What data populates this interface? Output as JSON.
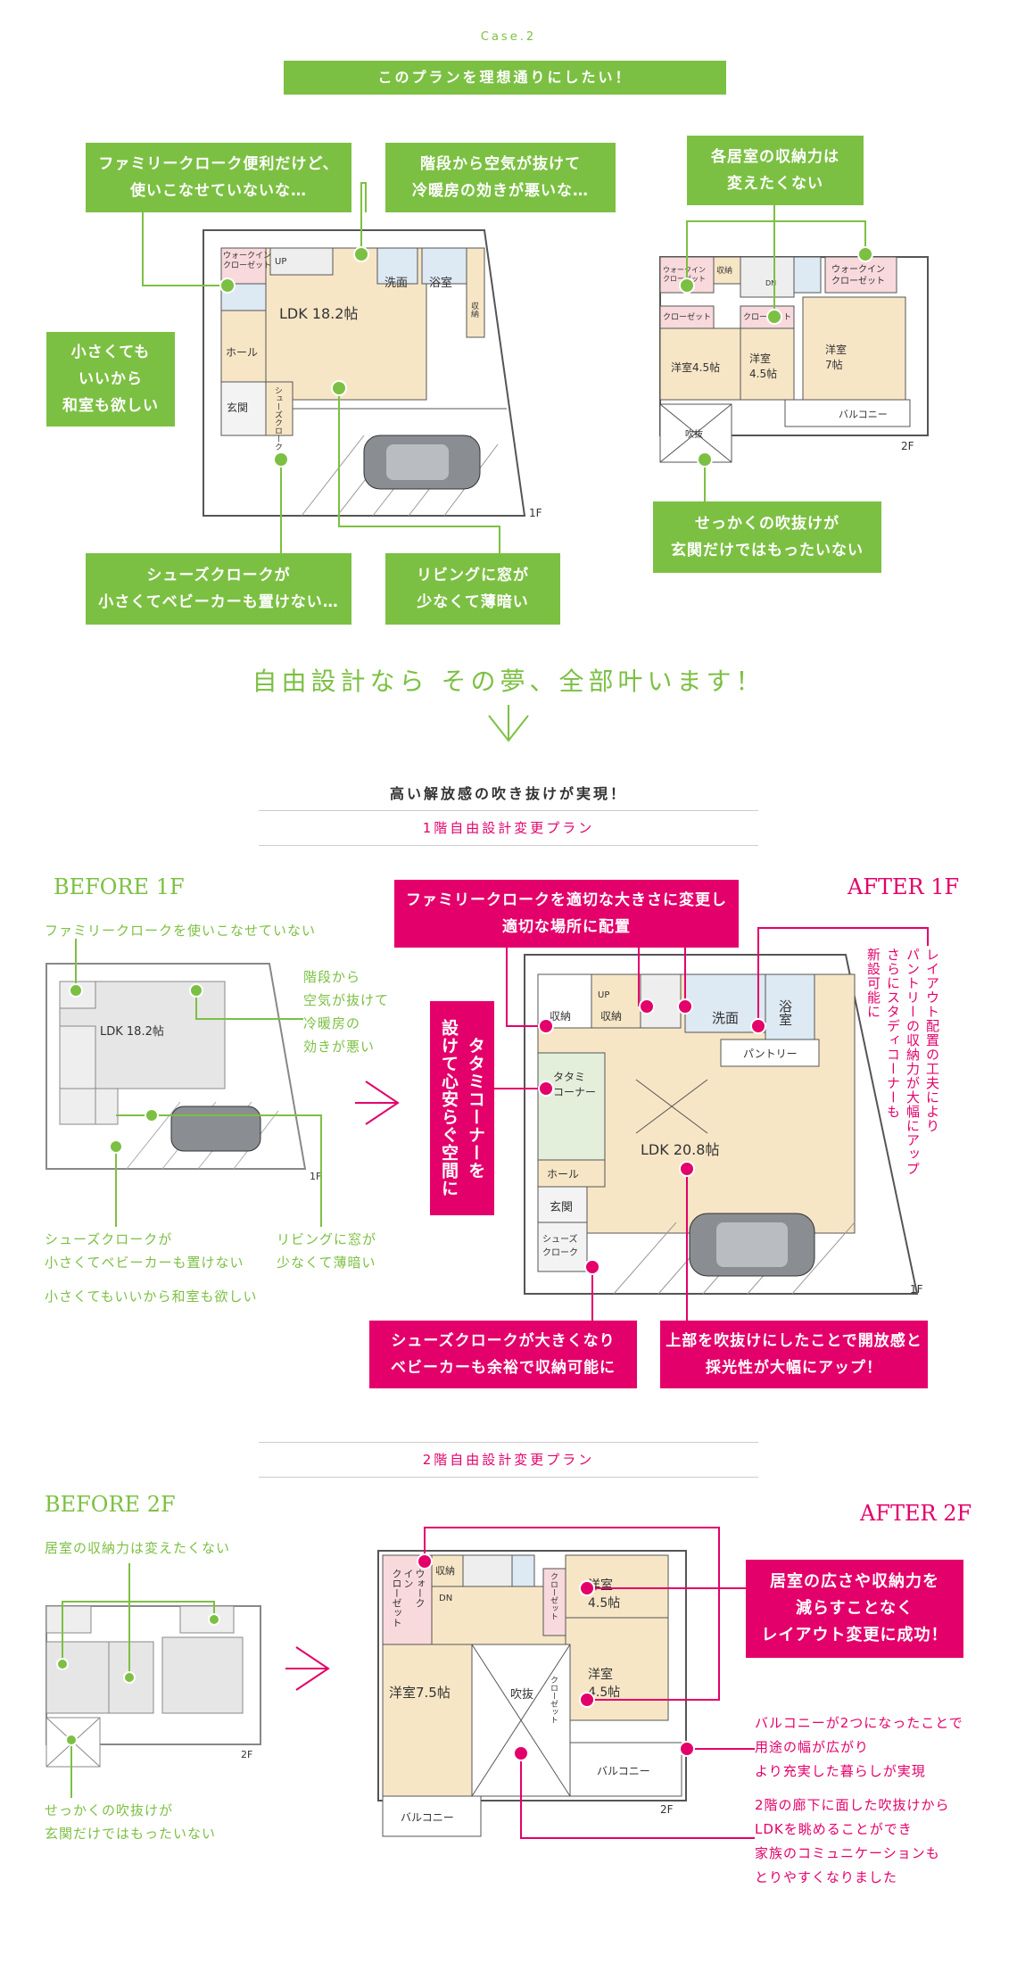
{
  "case": {
    "label": "Case.2",
    "banner": "このプランを理想通りにしたい！"
  },
  "top_callouts": {
    "closet": "ファミリークローク便利だけど、\n使いこなせていないな…",
    "stairs": "階段から空気が抜けて\n冷暖房の効きが悪いな…",
    "washitsu": "小さくても\nいいから\n和室も欲しい",
    "shoes": "シューズクロークが\n小さくてベビーカーも置けない…",
    "living": "リビングに窓が\n少なくて薄暗い",
    "storage2f": "各居室の収納力は\n変えたくない",
    "fukinuke": "せっかくの吹抜けが\n玄関だけではもったいない"
  },
  "plan_1f": {
    "ldk": "LDK 18.2帖",
    "wic": "ウォークイン\nクローゼット",
    "hall": "ホール",
    "genkan": "玄関",
    "senmen": "洗面",
    "yokushitsu": "浴室",
    "shuno": "収納",
    "shoes": "シューズクローク",
    "up": "UP",
    "floor": "1F"
  },
  "plan_2f": {
    "wic_left": "ウォークイン\nクローゼット",
    "wic_right": "ウォークイン\nクローゼット",
    "shuno": "収納",
    "closet1": "クローゼット",
    "closet2": "クローゼット",
    "room1": "洋室4.5帖",
    "room2": "洋室\n4.5帖",
    "room3": "洋室\n7帖",
    "balcony": "バルコニー",
    "fukinuke": "吹抜",
    "dn": "DN",
    "floor": "2F"
  },
  "headline": "自由設計なら その夢、全部叶います！",
  "subheadline": "高い解放感の吹き抜けが実現！",
  "section1": "1階自由設計変更プラン",
  "section2": "2階自由設計変更プラン",
  "before1f": {
    "title": "BEFORE 1F",
    "closet": "ファミリークロークを使いこなせていない",
    "stairs": "階段から\n空気が抜けて\n冷暖房の\n効きが悪い",
    "shoes": "シューズクロークが\n小さくてベビーカーも置けない",
    "living": "リビングに窓が\n少なくて薄暗い",
    "washitsu": "小さくてもいいから和室も欲しい"
  },
  "after1f": {
    "title": "AFTER 1F",
    "closet": "ファミリークロークを適切な大きさに変更し\n適切な場所に配置",
    "tatami": "タタミコーナーを\n設けて心安らぐ空間に",
    "pantry": "レイアウト配置の工夫により\nパントリーの収納力が大幅にアップ\nさらにスタディコーナーも\n新設可能に",
    "shoes": "シューズクロークが大きくなり\nベビーカーも余裕で収納可能に",
    "fukinuke": "上部を吹抜けにしたことで開放感と\n採光性が大幅にアップ！",
    "plan": {
      "ldk": "LDK 20.8帖",
      "shuno1": "収納",
      "shuno2": "収納",
      "senmen": "洗面",
      "yokushitsu": "浴室",
      "pantry": "パントリー",
      "tatami": "タタミ\nコーナー",
      "hall": "ホール",
      "genkan": "玄関",
      "shoes": "シューズ\nクローク",
      "up": "UP",
      "floor": "1F"
    }
  },
  "before2f": {
    "title": "BEFORE 2F",
    "storage": "居室の収納力は変えたくない",
    "fukinuke": "せっかくの吹抜けが\n玄関だけではもったいない"
  },
  "after2f": {
    "title": "AFTER 2F",
    "success": "居室の広さや収納力を\n減らすことなく\nレイアウト変更に成功！",
    "balcony_note": "バルコニーが2つになったことで\n用途の幅が広がり\nより充実した暮らしが実現",
    "fukinuke_note": "2階の廊下に面した吹抜けから\nLDKを眺めることができ\n家族のコミュニケーションも\nとりやすくなりました",
    "plan": {
      "wic": "ウォーク\nイン\nクローゼット",
      "shuno": "収納",
      "dn": "DN",
      "closet1": "クローゼット",
      "closet2": "クローゼット",
      "room_a": "洋室\n4.5帖",
      "room_b": "洋室\n4.5帖",
      "room_c": "洋室7.5帖",
      "fukinuke": "吹抜",
      "balcony1": "バルコニー",
      "balcony2": "バルコニー",
      "floor": "2F"
    }
  },
  "colors": {
    "green": "#7cc043",
    "pink": "#e4006a",
    "floor": "#f7e6c6"
  }
}
